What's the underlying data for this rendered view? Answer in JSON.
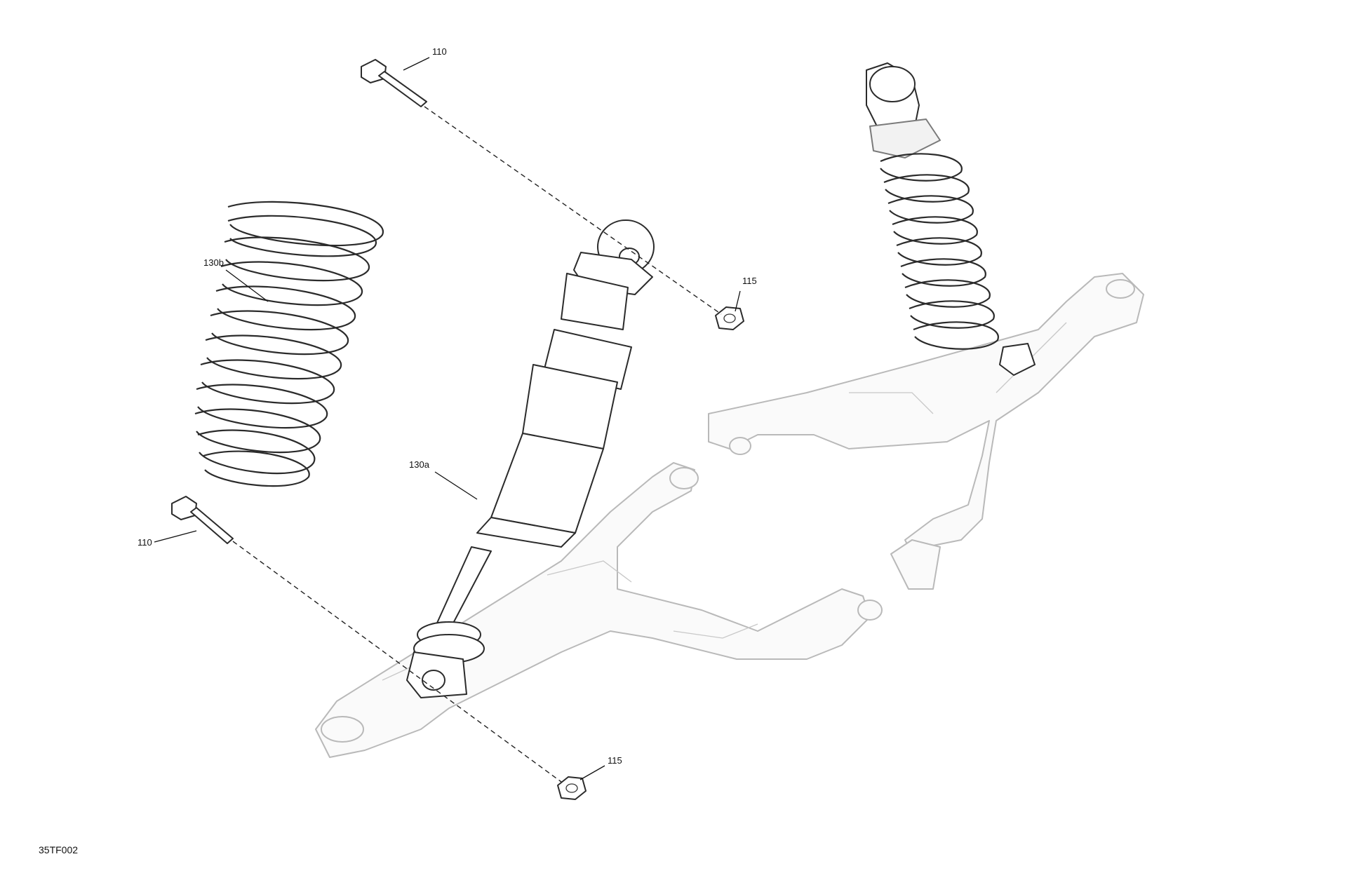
{
  "callouts": {
    "bolt_top": "110",
    "bolt_bottom": "110",
    "nut_top": "115",
    "nut_bottom": "115",
    "spring": "130b",
    "shock": "130a"
  },
  "figure_code": "35TF002",
  "colors": {
    "line": "#2b2b2b",
    "arm_line": "#b9b9b9",
    "background": "#ffffff"
  }
}
